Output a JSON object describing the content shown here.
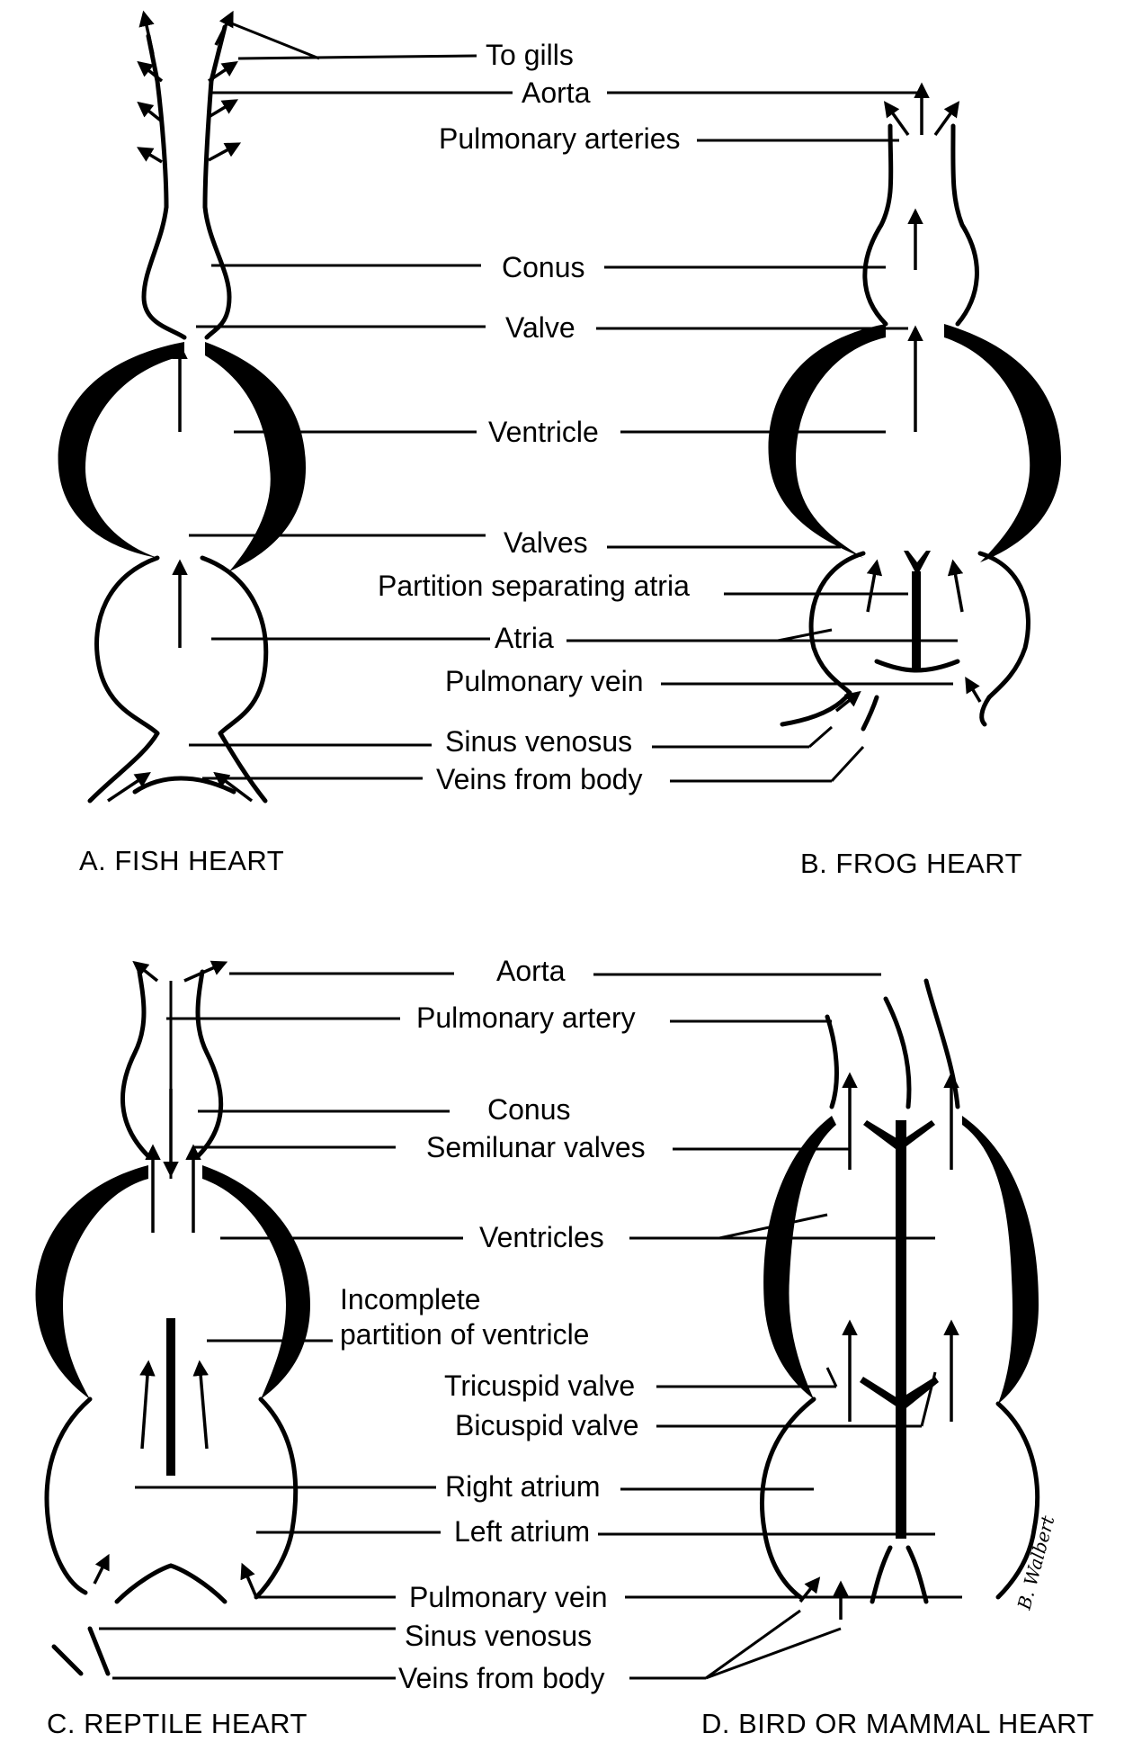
{
  "panels": {
    "fish": {
      "caption": "A. FISH HEART",
      "labels": {
        "to_gills": "To gills",
        "aorta": "Aorta",
        "conus": "Conus",
        "valve": "Valve",
        "ventricle": "Ventricle",
        "valves": "Valves",
        "atria": "Atria",
        "sinus_venosus": "Sinus venosus",
        "veins_from_body": "Veins from body"
      }
    },
    "frog": {
      "caption": "B. FROG HEART",
      "labels": {
        "pulmonary_arteries": "Pulmonary arteries",
        "partition_separating_atria": "Partition separating atria",
        "pulmonary_vein": "Pulmonary vein"
      }
    },
    "reptile": {
      "caption": "C. REPTILE HEART",
      "labels": {
        "aorta": "Aorta",
        "pulmonary_artery": "Pulmonary artery",
        "conus": "Conus",
        "semilunar_valves": "Semilunar valves",
        "ventricles": "Ventricles",
        "incomplete_line1": "Incomplete",
        "incomplete_line2": "partition of ventricle",
        "tricuspid_valve": "Tricuspid valve",
        "bicuspid_valve": "Bicuspid valve",
        "right_atrium": "Right atrium",
        "left_atrium": "Left atrium",
        "pulmonary_vein": "Pulmonary vein",
        "sinus_venosus": "Sinus venosus",
        "veins_from_body": "Veins from body"
      }
    },
    "bird": {
      "caption": "D. BIRD OR MAMMAL HEART",
      "signature": "B. Walbert"
    }
  }
}
